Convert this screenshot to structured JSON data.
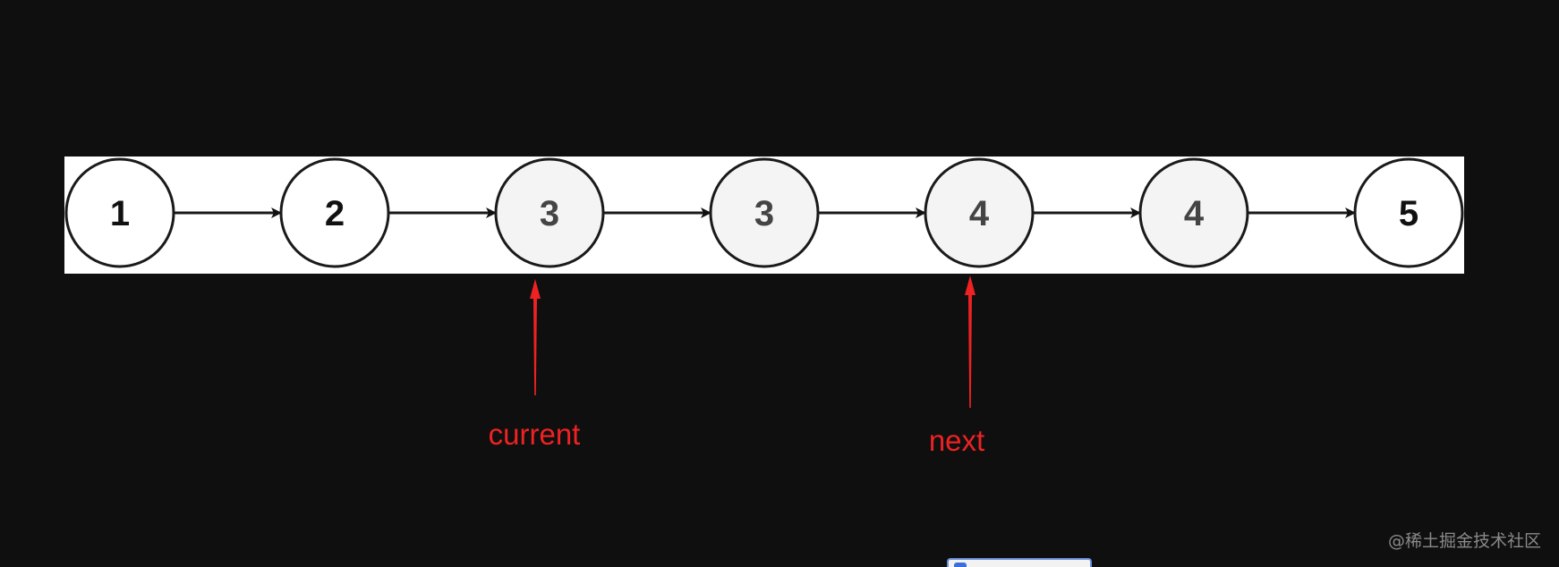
{
  "diagram": {
    "nodes": [
      {
        "label": "1",
        "highlighted": false
      },
      {
        "label": "2",
        "highlighted": false
      },
      {
        "label": "3",
        "highlighted": true
      },
      {
        "label": "3",
        "highlighted": true
      },
      {
        "label": "4",
        "highlighted": true
      },
      {
        "label": "4",
        "highlighted": true
      },
      {
        "label": "5",
        "highlighted": false
      }
    ],
    "edges": [
      {
        "from": 0,
        "to": 1
      },
      {
        "from": 1,
        "to": 2
      },
      {
        "from": 2,
        "to": 3
      },
      {
        "from": 3,
        "to": 4
      },
      {
        "from": 4,
        "to": 5
      },
      {
        "from": 5,
        "to": 6
      }
    ],
    "pointers": [
      {
        "label": "current",
        "target": 2
      },
      {
        "label": "next",
        "target": 4
      }
    ]
  },
  "colors": {
    "background": "#0f0f10",
    "panel": "#ffffff",
    "node_fill": "#ffffff",
    "node_fill_highlighted": "#f4f4f4",
    "node_stroke": "#1a1a1a",
    "node_text": "#111111",
    "node_text_highlighted": "#444444",
    "pointer": "#ee2222"
  },
  "watermark": "@稀土掘金技术社区"
}
